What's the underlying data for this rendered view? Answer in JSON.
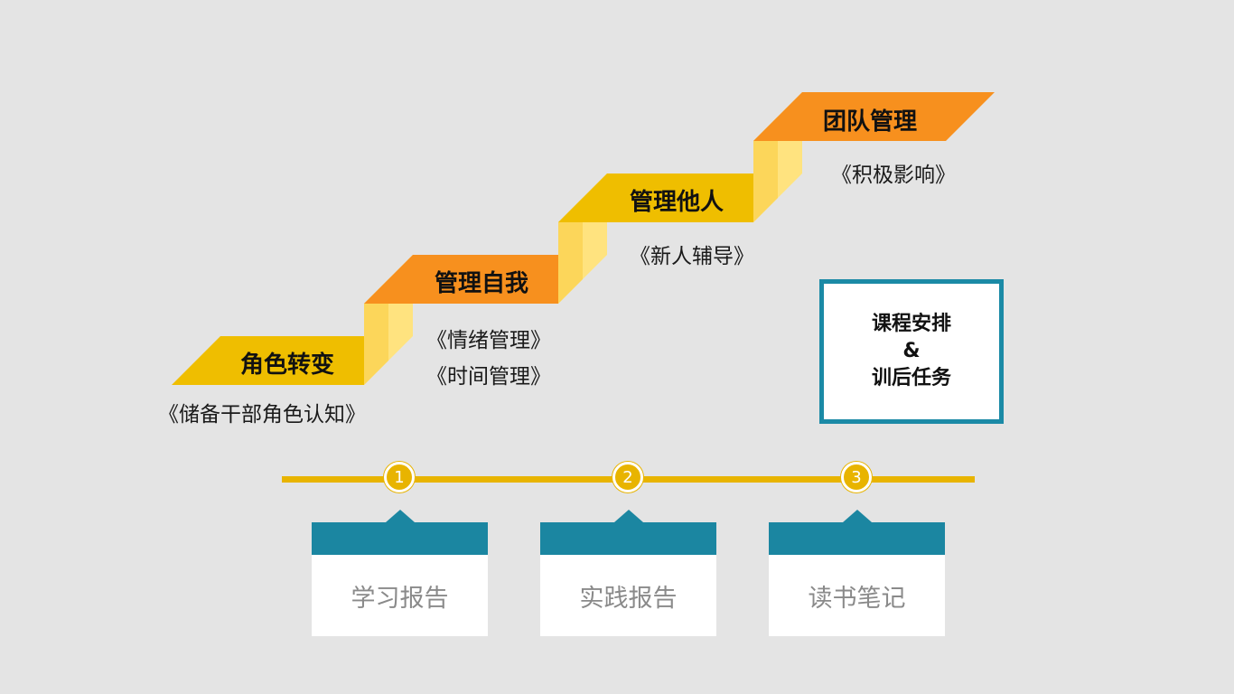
{
  "steps": [
    {
      "label": "角色转变",
      "courses": [
        "《储备干部角色认知》"
      ]
    },
    {
      "label": "管理自我",
      "courses": [
        "《情绪管理》",
        "《时间管理》"
      ]
    },
    {
      "label": "管理他人",
      "courses": [
        "《新人辅导》"
      ]
    },
    {
      "label": "团队管理",
      "courses": [
        "《积极影响》"
      ]
    }
  ],
  "schedule_box": {
    "line1": "课程安排",
    "line2": "&",
    "line3": "训后任务"
  },
  "timeline": [
    {
      "number": "1",
      "label": "学习报告"
    },
    {
      "number": "2",
      "label": "实践报告"
    },
    {
      "number": "3",
      "label": "读书笔记"
    }
  ],
  "colors": {
    "yellow": "#efbe00",
    "orange": "#f7901e",
    "riser": "#ffe37f",
    "teal": "#1b86a1",
    "background": "#e4e4e4"
  }
}
